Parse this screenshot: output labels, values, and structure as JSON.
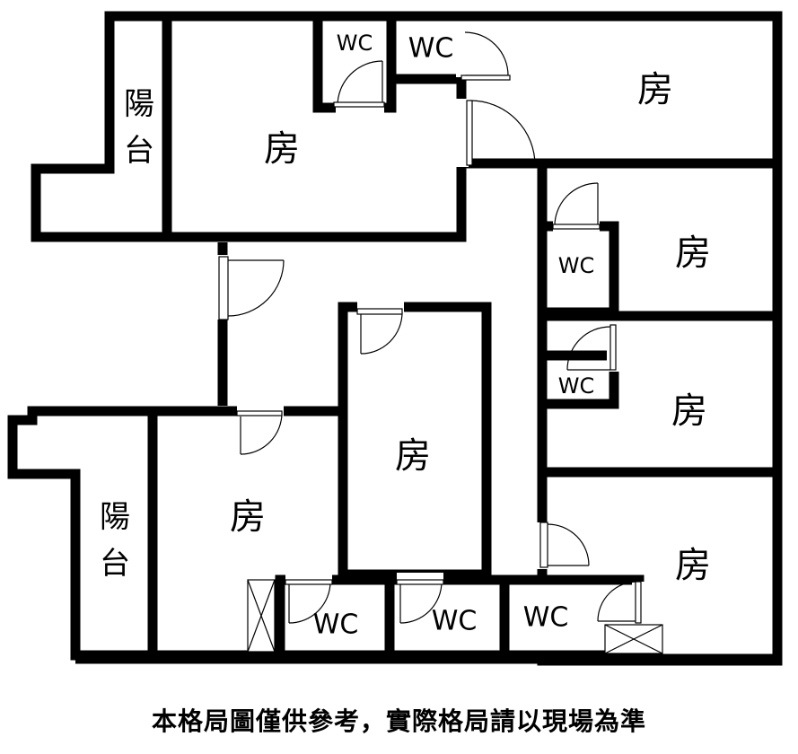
{
  "plan": {
    "rooms": [
      {
        "id": "room-1",
        "label": "房"
      },
      {
        "id": "room-2",
        "label": "房"
      },
      {
        "id": "room-3",
        "label": "房"
      },
      {
        "id": "room-4",
        "label": "房"
      },
      {
        "id": "room-5",
        "label": "房"
      },
      {
        "id": "room-6",
        "label": "房"
      },
      {
        "id": "room-7",
        "label": "房"
      }
    ],
    "wcs": [
      {
        "id": "wc-1",
        "label": "WC"
      },
      {
        "id": "wc-2",
        "label": "WC"
      },
      {
        "id": "wc-3",
        "label": "WC"
      },
      {
        "id": "wc-4",
        "label": "WC"
      },
      {
        "id": "wc-5",
        "label": "WC"
      },
      {
        "id": "wc-6",
        "label": "WC"
      },
      {
        "id": "wc-7",
        "label": "WC"
      }
    ],
    "balconies": [
      {
        "id": "balcony-1",
        "label": [
          "陽",
          "台"
        ]
      },
      {
        "id": "balcony-2",
        "label": [
          "陽",
          "台"
        ]
      }
    ]
  },
  "footer": {
    "note": "本格局圖僅供參考，實際格局請以現場為準"
  }
}
